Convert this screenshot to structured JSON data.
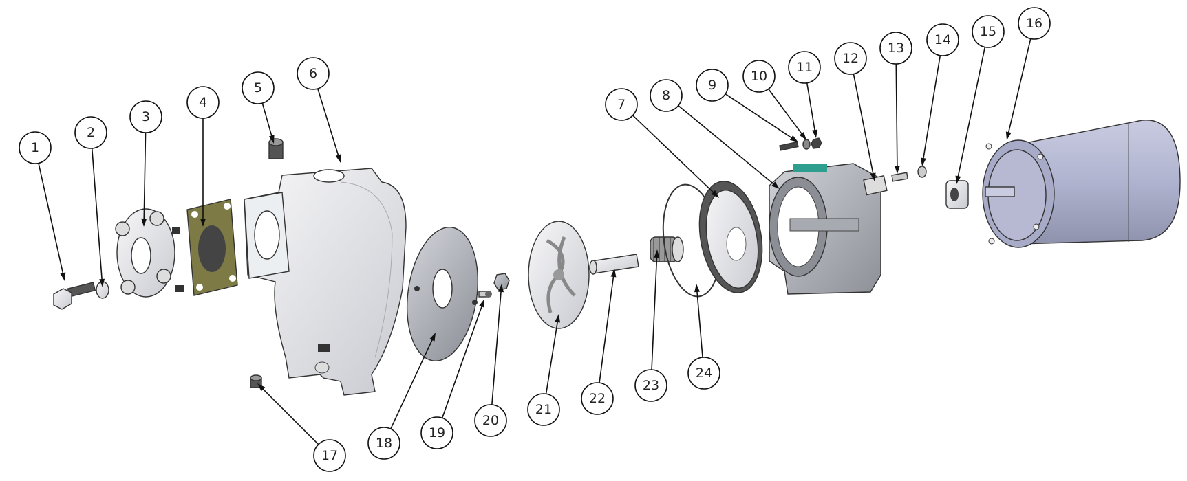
{
  "diagram": {
    "type": "exploded-assembly",
    "colors": {
      "part_light": "#e4e4e8",
      "part_mid": "#b9bcc6",
      "gasket": "#7d7a45",
      "motor": "#b4b6d2",
      "accent": "#2e9e8f"
    },
    "balloons": [
      "1",
      "2",
      "3",
      "4",
      "5",
      "6",
      "7",
      "8",
      "9",
      "10",
      "11",
      "12",
      "13",
      "14",
      "15",
      "16",
      "17",
      "18",
      "19",
      "20",
      "21",
      "22",
      "23",
      "24"
    ]
  }
}
